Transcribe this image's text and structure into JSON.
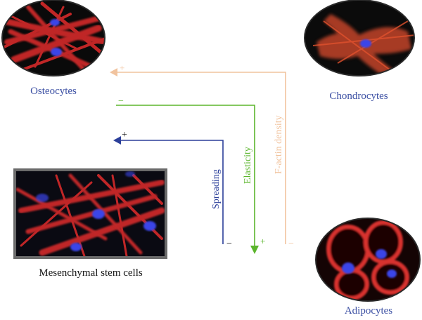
{
  "cells": {
    "osteocytes": "Osteocytes",
    "chondrocytes": "Chondrocytes",
    "adipocytes": "Adipocytes",
    "msc": "Mesenchymal stem cells"
  },
  "axes": {
    "spreading": {
      "label": "Spreading",
      "start_sign": "+",
      "end_sign": "−",
      "color": "#2b3f9a"
    },
    "elasticity": {
      "label": "Elasticity",
      "start_sign": "−",
      "end_sign": "+",
      "color": "#5bb52c"
    },
    "factin": {
      "label": "F-actin density",
      "start_sign": "+",
      "end_sign": "−",
      "color": "#f1c39e"
    }
  },
  "colors": {
    "label_blue": "#3b4fa3",
    "actin_red": "#d42a2a",
    "nucleus_blue": "#3a45e8"
  },
  "icons": {
    "osteocyte_image": "osteocyte-micrograph",
    "chondrocyte_image": "chondrocyte-micrograph",
    "adipocyte_image": "adipocyte-micrograph",
    "msc_image": "msc-micrograph"
  }
}
